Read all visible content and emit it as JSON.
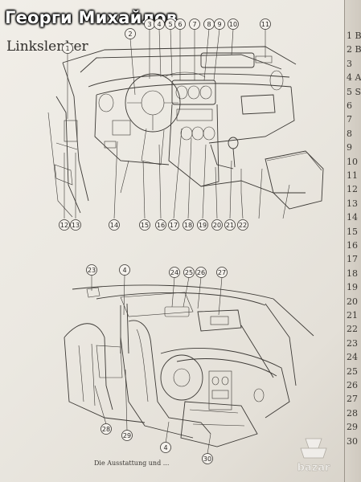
{
  "title": "Георги Михайлов",
  "section_label": "Linkslenker",
  "caption": "Die Ausstattung und ...",
  "upper_callouts": [
    "1",
    "2",
    "3",
    "4",
    "5",
    "6",
    "7",
    "8",
    "9",
    "10",
    "11",
    "12",
    "13",
    "14",
    "15",
    "16",
    "17",
    "18",
    "19",
    "20",
    "21",
    "22"
  ],
  "lower_callouts": [
    "23",
    "4",
    "24",
    "25",
    "26",
    "27",
    "28",
    "29",
    "4",
    "30"
  ],
  "right_strip": [
    "1 B",
    "2 B",
    "3",
    "4 A",
    "5 S",
    "6",
    "7",
    "8",
    "9",
    "10",
    "11",
    "12",
    "13",
    "14",
    "15",
    "16",
    "17",
    "18",
    "19",
    "20",
    "21",
    "22",
    "23",
    "24",
    "25",
    "26",
    "27",
    "28",
    "29",
    "30"
  ],
  "watermark": "bazar"
}
